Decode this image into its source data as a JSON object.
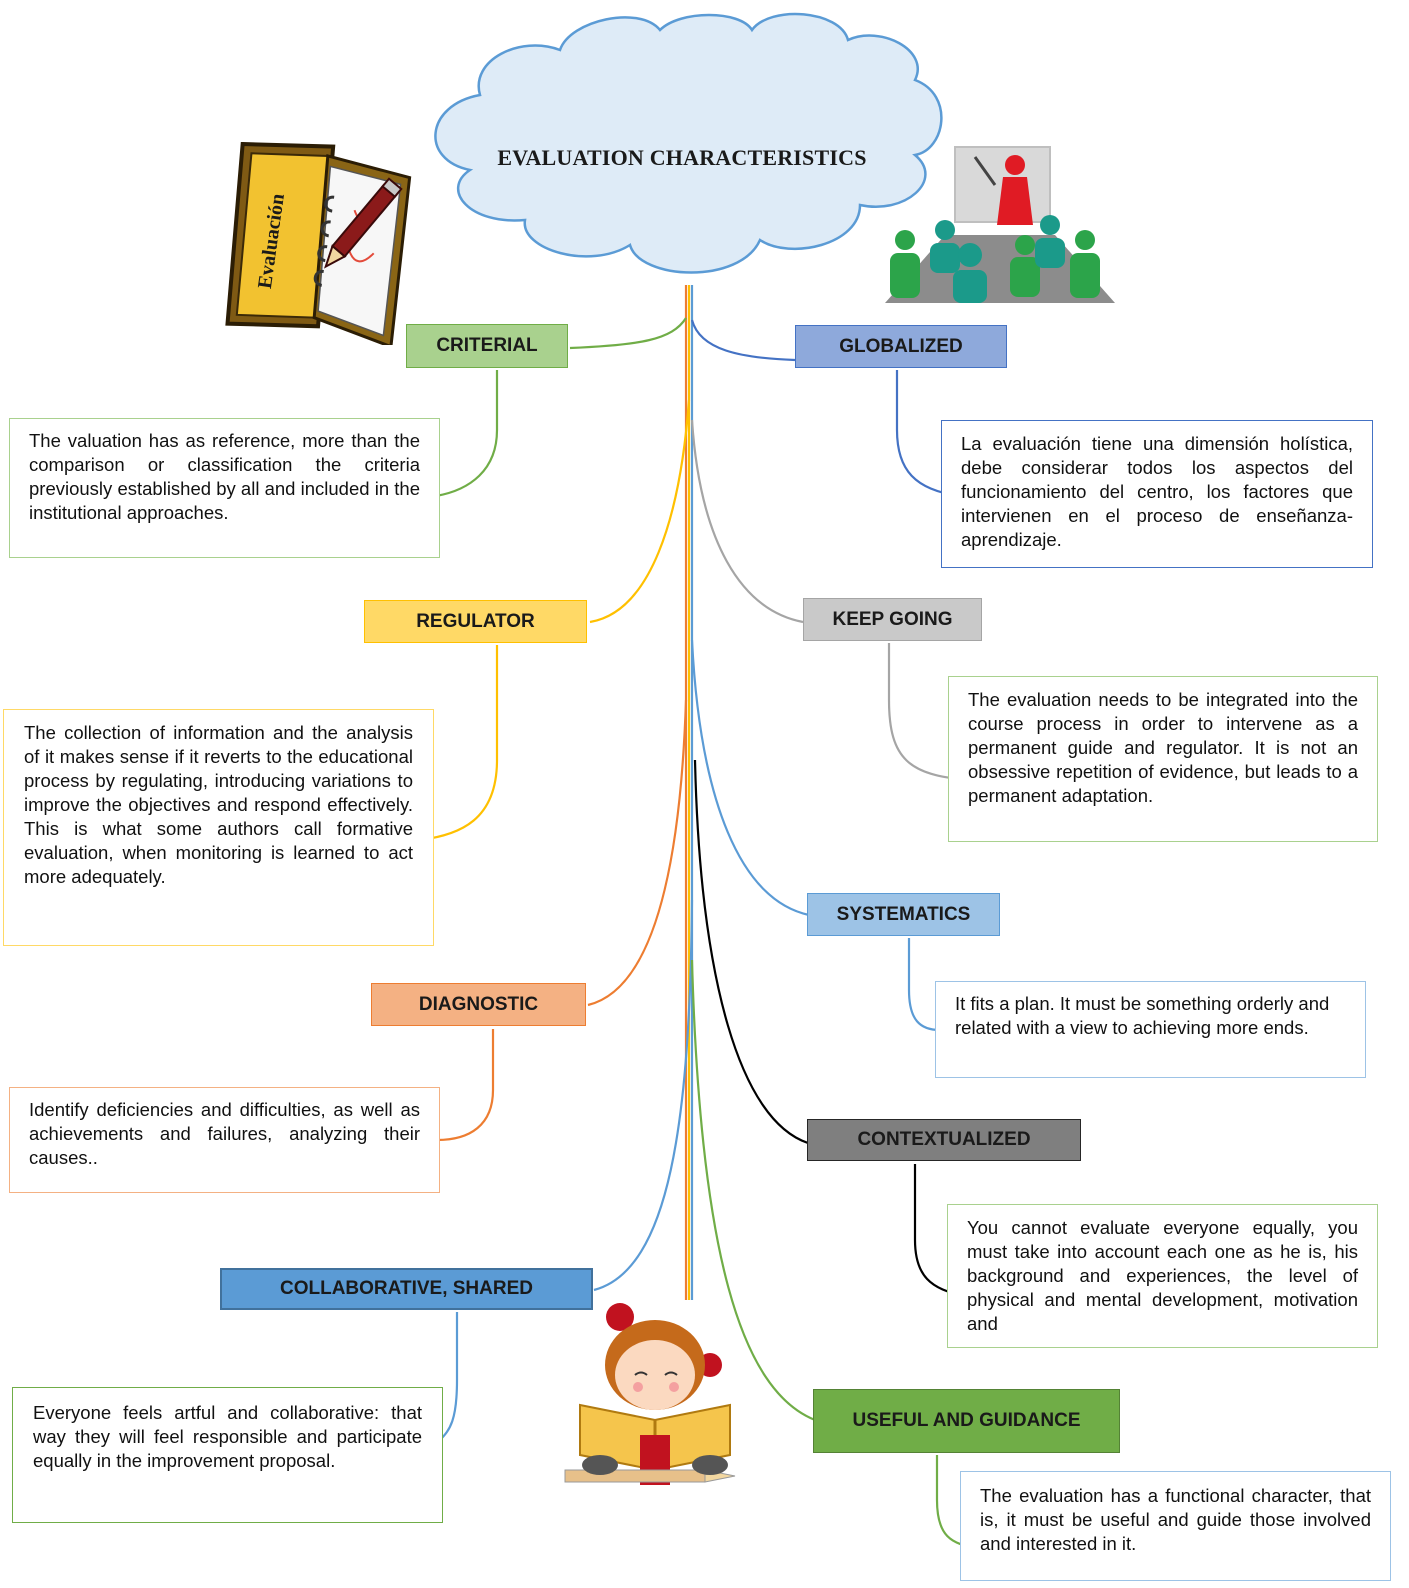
{
  "title": "EVALUATION CHARACTERISTICS",
  "decor": {
    "evaluation_book_label": "Evaluación",
    "icons": [
      "evaluation-notebook-icon",
      "pencil-icon",
      "teacher-presentation-icon",
      "girl-reading-book-icon"
    ]
  },
  "colors": {
    "criterial": "#a9d18e",
    "globalized": "#8ea9db",
    "regulator": "#ffd966",
    "keep_going": "#c9c9c9",
    "systematics": "#9dc3e6",
    "diagnostic": "#f4b183",
    "contextualized": "#7f7f7f",
    "collaborative": "#5b9bd5",
    "useful": "#70ad47"
  },
  "branches": {
    "criterial": {
      "label": "CRITERIAL",
      "text": "The valuation has as reference, more than the comparison or classification the criteria previously established by all and included in the institutional approaches."
    },
    "globalized": {
      "label": "GLOBALIZED",
      "text": "La evaluación tiene una dimensión holística, debe considerar todos los aspectos del funcionamiento del centro, los factores que intervienen en el proceso de enseñanza-aprendizaje."
    },
    "regulator": {
      "label": "REGULATOR",
      "text": "The collection of information and the analysis of it makes sense if it reverts to the educational process by regulating, introducing variations to improve the objectives and respond effectively. This is what some authors call formative evaluation, when monitoring is learned to act more adequately."
    },
    "keep_going": {
      "label": "KEEP GOING",
      "text": "The evaluation needs to be integrated into the course process in order to intervene as a permanent guide and regulator. It is not an obsessive repetition of evidence, but leads to a permanent adaptation."
    },
    "systematics": {
      "label": "SYSTEMATICS",
      "text": "It fits a plan. It must be something orderly and related with a view to achieving more ends."
    },
    "diagnostic": {
      "label": "DIAGNOSTIC",
      "text": "Identify deficiencies and difficulties, as well as achievements and failures, analyzing their causes.."
    },
    "contextualized": {
      "label": "CONTEXTUALIZED",
      "text": "You cannot evaluate everyone equally, you must take into account each one as he is, his background and experiences, the level of physical and mental development, motivation and"
    },
    "collaborative": {
      "label": "COLLABORATIVE, SHARED",
      "text": "Everyone feels artful and collaborative: that way they will feel responsible and participate equally in the improvement proposal."
    },
    "useful": {
      "label": "USEFUL AND GUIDANCE",
      "text": "The evaluation has a functional character, that is, it must be useful and guide those involved and interested in it."
    }
  }
}
